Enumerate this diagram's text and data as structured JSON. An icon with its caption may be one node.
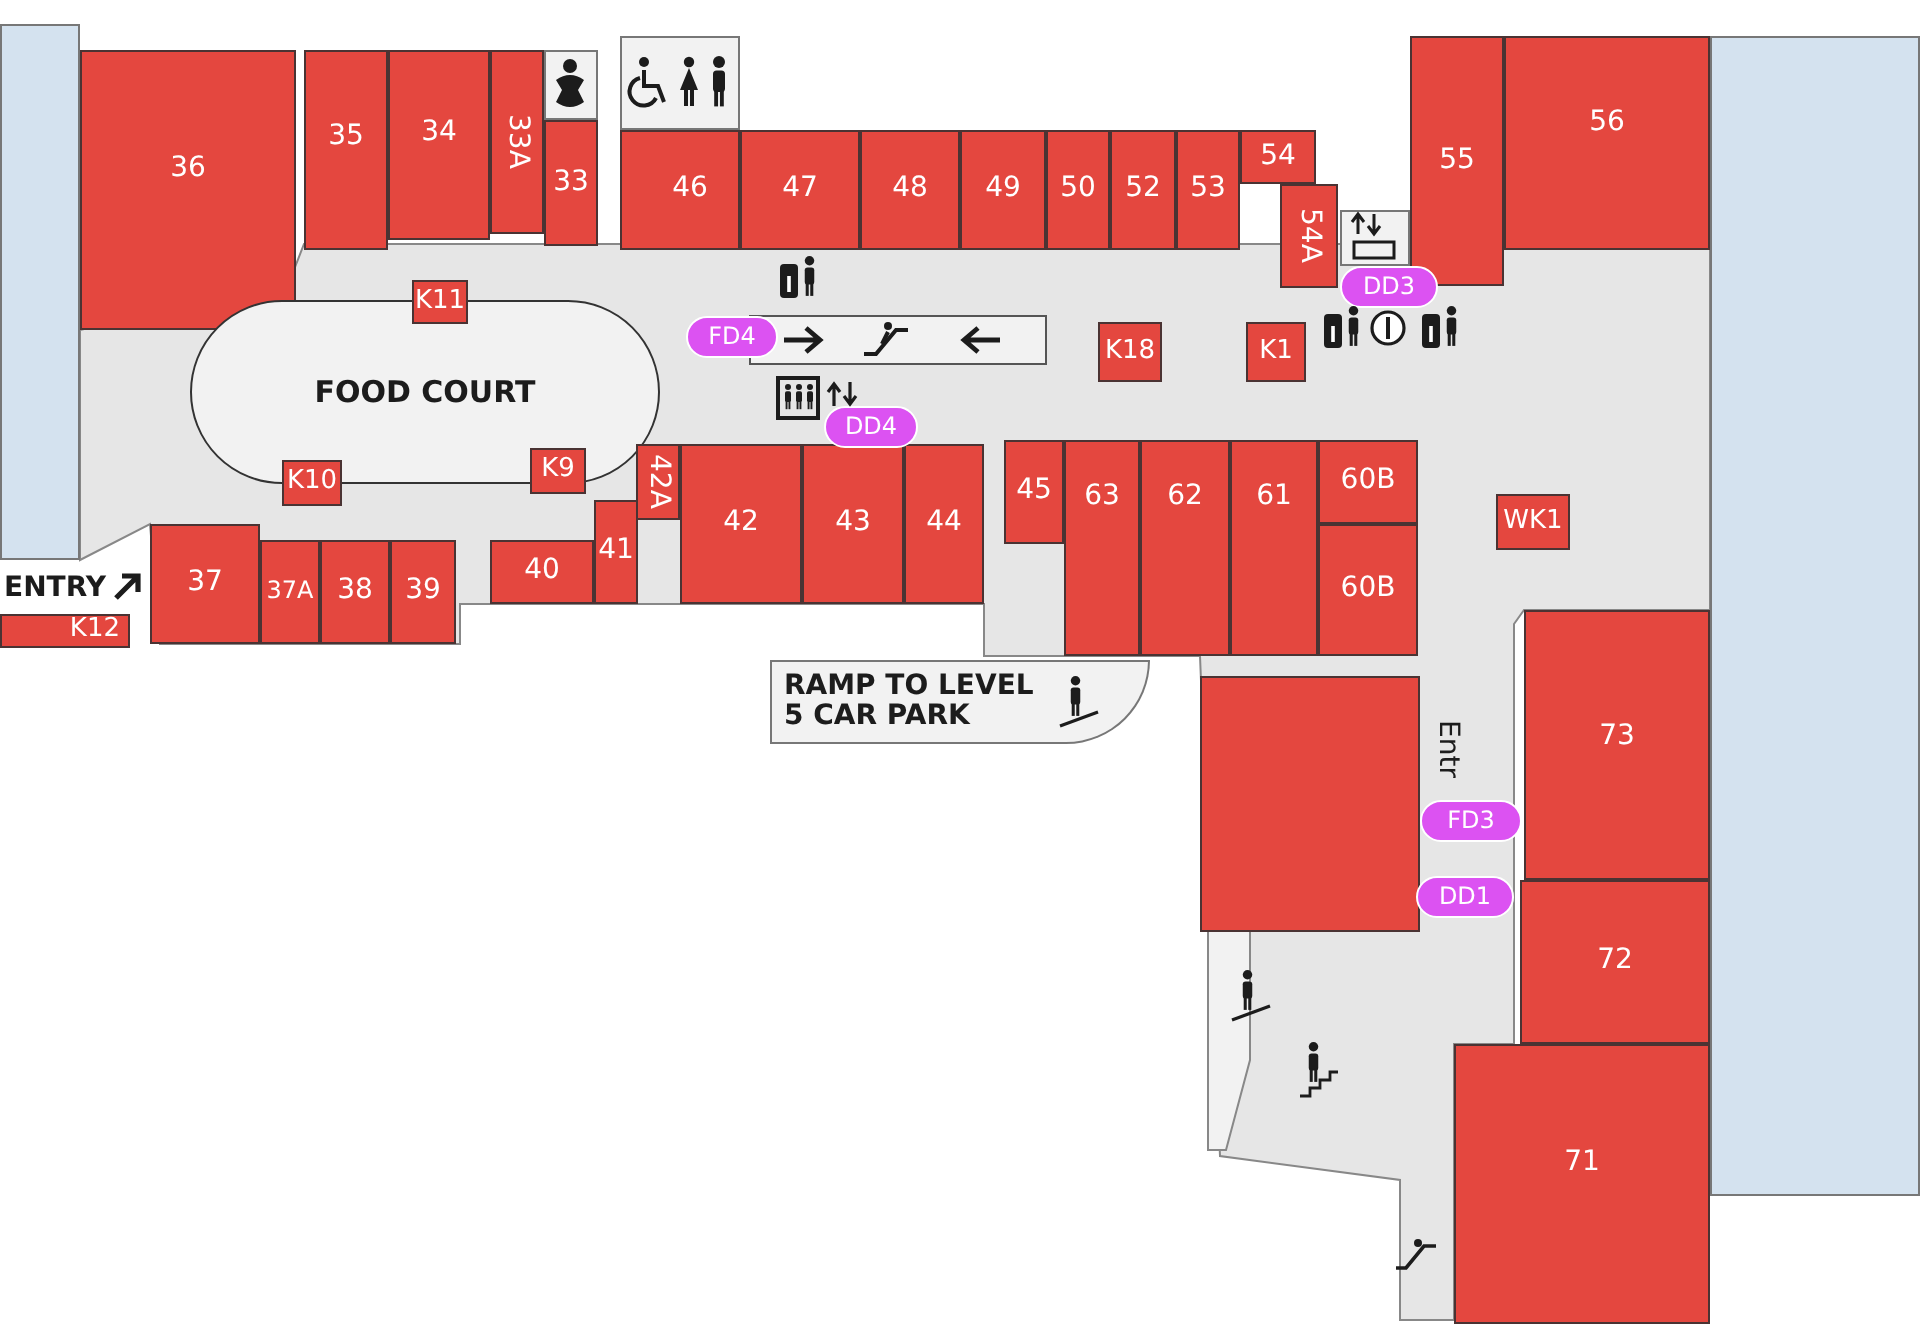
{
  "diagram": {
    "nodes": [
      {
        "text": [],
        "shape": "box"
      },
      {
        "text": [
          "36"
        ]
      },
      {
        "text": [
          "35"
        ]
      },
      {
        "text": [
          "34"
        ]
      },
      {
        "text": [
          "33A"
        ]
      },
      {
        "text": [],
        "shape": "box"
      },
      {
        "text": [
          "33"
        ]
      },
      {
        "text": [],
        "shape": "box"
      },
      {
        "text": [
          "46"
        ]
      },
      {
        "text": [
          "47"
        ]
      },
      {
        "text": [
          "48"
        ]
      },
      {
        "text": [
          "49"
        ]
      },
      {
        "text": [
          "50"
        ]
      },
      {
        "text": [
          "52"
        ]
      },
      {
        "text": [
          "53"
        ]
      },
      {
        "text": [
          "54"
        ]
      },
      {
        "text": [
          "54A"
        ]
      },
      {
        "text": [],
        "shape": "box"
      },
      {
        "text": [
          "55"
        ]
      },
      {
        "text": [
          "56"
        ]
      },
      {
        "text": [],
        "shape": "box"
      },
      {
        "text": [
          "FOOD COURT"
        ]
      },
      {
        "text": [
          "K11"
        ]
      },
      {
        "text": [
          "K9"
        ]
      },
      {
        "text": [
          "K10"
        ]
      },
      {
        "text": [
          "FD4"
        ]
      },
      {
        "text": [
          "DD4"
        ]
      },
      {
        "text": [
          "K18"
        ]
      },
      {
        "text": [
          "K1"
        ]
      },
      {
        "text": [
          "DD3"
        ]
      },
      {
        "text": [
          "42A"
        ]
      },
      {
        "text": [
          "41"
        ]
      },
      {
        "text": [
          "42"
        ]
      },
      {
        "text": [
          "43"
        ]
      },
      {
        "text": [
          "44"
        ]
      },
      {
        "text": [
          "45"
        ]
      },
      {
        "text": [
          "63"
        ]
      },
      {
        "text": [
          "62"
        ]
      },
      {
        "text": [
          "61"
        ]
      },
      {
        "text": [
          "60B"
        ]
      },
      {
        "text": [
          "60B"
        ]
      },
      {
        "text": [
          "WK1"
        ]
      },
      {
        "text": [
          "37"
        ]
      },
      {
        "text": [
          "37A"
        ]
      },
      {
        "text": [
          "38"
        ]
      },
      {
        "text": [
          "39"
        ]
      },
      {
        "text": [
          "40"
        ]
      },
      {
        "text": [
          "K12"
        ]
      },
      {
        "text": [
          "RAMP TO LEVEL 5 CAR PARK"
        ]
      },
      {
        "text": [],
        "shape": "box"
      },
      {
        "text": [
          "73"
        ]
      },
      {
        "text": [
          "FD3"
        ]
      },
      {
        "text": [
          "DD1"
        ]
      },
      {
        "text": [
          "72"
        ]
      },
      {
        "text": [
          "71"
        ]
      }
    ],
    "labels": [
      "ENTRY",
      "Entr"
    ]
  }
}
